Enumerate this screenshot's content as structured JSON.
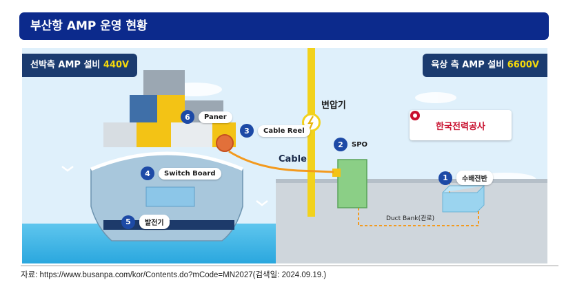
{
  "header": {
    "title": "부산항 AMP 운영 현황"
  },
  "tags": {
    "ship_side_text": "선박측 AMP 설비",
    "ship_side_voltage": "440V",
    "shore_side_text": "육상 측 AMP 설비",
    "shore_side_voltage": "6600V"
  },
  "labels": {
    "transformer": "변압기",
    "cable": "Cable",
    "duct_bank": "Duct Bank(관로)",
    "kepco": "한국전력공사"
  },
  "components": [
    {
      "num": "1",
      "name": "수배전반"
    },
    {
      "num": "2",
      "name": "SPO"
    },
    {
      "num": "3",
      "name": "Cable Reel"
    },
    {
      "num": "4",
      "name": "Switch Board"
    },
    {
      "num": "5",
      "name": "발전기"
    },
    {
      "num": "6",
      "name": "Paner"
    }
  ],
  "colors": {
    "header_bg": "#0c2a8c",
    "tag_bg": "#1b3b6f",
    "voltage_text": "#f5d90a",
    "cable": "#f39a1e",
    "pole": "#f2d21c",
    "number_badge": "#1d4aa6"
  },
  "caption": "자료: https://www.busanpa.com/kor/Contents.do?mCode=MN2027(검색일: 2024.09.19.)"
}
